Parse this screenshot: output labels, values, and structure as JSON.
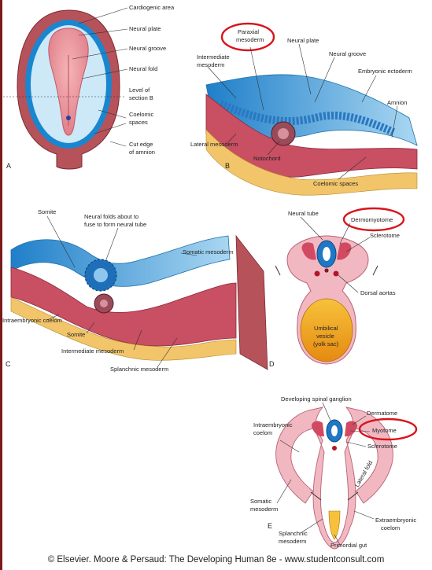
{
  "panel_a": {
    "letter": "A",
    "labels": [
      "Cardiogenic area",
      "Neural plate",
      "Neural groove",
      "Neural fold",
      "Level of",
      "section B",
      "Coelomic",
      "spaces",
      "Cut edge",
      "of amnion"
    ]
  },
  "panel_b": {
    "letter": "B",
    "labels": [
      "Paraxial",
      "mesoderm",
      "Neural plate",
      "Neural groove",
      "Intermediate",
      "mesoderm",
      "Embryonic ectoderm",
      "Amnion",
      "Lateral mesoderm",
      "Notochord",
      "Coelomic spaces"
    ]
  },
  "panel_c": {
    "letter": "C",
    "labels": [
      "Somite",
      "Neural folds about to",
      "fuse to form neural tube",
      "Somatic mesoderm",
      "Intraembryonic coelom",
      "Somite",
      "Intermediate mesoderm",
      "Splanchnic mesoderm"
    ]
  },
  "panel_d": {
    "letter": "D",
    "labels": [
      "Neural tube",
      "Dermomyotome",
      "Sclerotome",
      "Dorsal aortas",
      "Umbilical",
      "vesicle",
      "(yolk sac)"
    ]
  },
  "panel_e": {
    "letter": "E",
    "labels": [
      "Developing spinal ganglion",
      "Dermatome",
      "Intraembryonic",
      "coelom",
      "Myotome",
      "Sclerotome",
      "Lateral fold",
      "Somatic",
      "mesoderm",
      "Extraembryonic",
      "coelom",
      "Splanchnic",
      "mesoderm",
      "Primordial gut"
    ]
  },
  "highlight_color": "#d8141c",
  "credit": "© Elsevier. Moore & Persaud: The Developing Human 8e - www.studentconsult.com"
}
